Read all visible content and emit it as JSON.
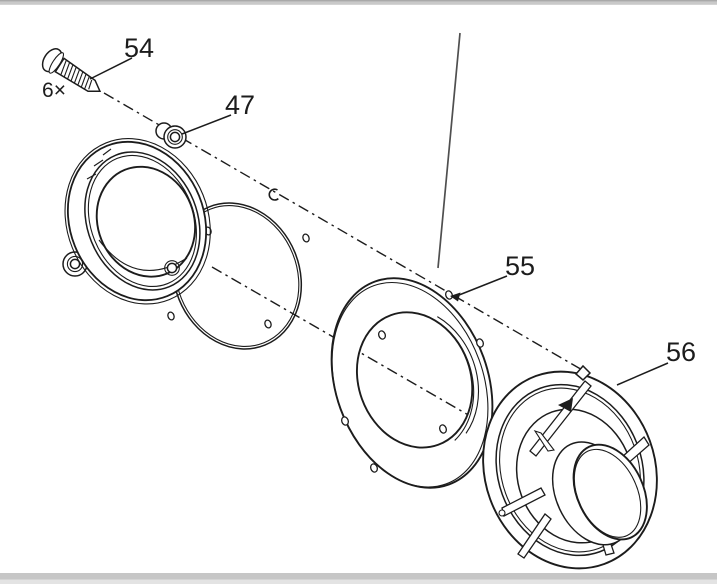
{
  "figure": {
    "kind": "exploded-parts-diagram",
    "colors": {
      "paper": "#ffffff",
      "ink": "#1c1c1c",
      "chrome_top": "#c9c9c9",
      "chrome_top_edge": "#a9a9a9",
      "chrome_bottom": "#c6c6c6",
      "chrome_bottom_light": "#e3e3e3",
      "panel_line": "#4f4f4f"
    }
  },
  "callouts": {
    "screw": {
      "label": "54",
      "quantity": "6×"
    },
    "trim_ring": {
      "label": "47"
    },
    "adapter_ring": {
      "label": "55"
    },
    "housing": {
      "label": "56"
    }
  }
}
